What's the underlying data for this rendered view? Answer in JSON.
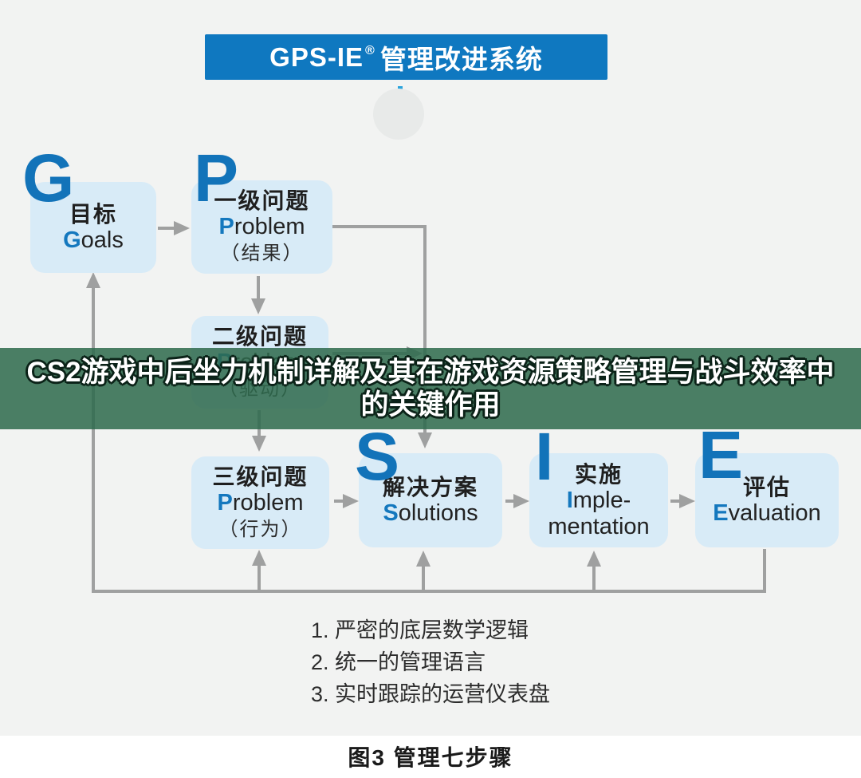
{
  "header": {
    "brand": "GPS-IE",
    "reg": "®",
    "title": "管理改进系统"
  },
  "down_arrow": {
    "name": "blue-down-arrow"
  },
  "letters": {
    "g": "G",
    "p": "P",
    "s": "S",
    "i": "I",
    "e": "E"
  },
  "boxes": {
    "goals": {
      "zh": "目标",
      "en_first": "G",
      "en_rest": "oals"
    },
    "p1": {
      "zh": "一级问题",
      "en_first": "P",
      "en_rest": "roblem",
      "sub": "（结果）"
    },
    "p2": {
      "zh": "二级问题",
      "en_first": "P",
      "en_rest": "roblem",
      "sub": "（驱动）"
    },
    "p3": {
      "zh": "三级问题",
      "en_first": "P",
      "en_rest": "roblem",
      "sub": "（行为）"
    },
    "solutions": {
      "zh": "解决方案",
      "en_first": "S",
      "en_rest": "olutions"
    },
    "implementation": {
      "zh": "实施",
      "en_first": "I",
      "en_rest": "mple-",
      "en_line2": "mentation"
    },
    "evaluation": {
      "zh": "评估",
      "en_first": "E",
      "en_rest": "valuation"
    }
  },
  "overlay": {
    "line1": "CS2游戏中后坐力机制详解及其在游戏资源策略管理与战斗效率中",
    "line2": "的关键作用"
  },
  "notes": [
    "1. 严密的底层数学逻辑",
    "2. 统一的管理语言",
    "3. 实时跟踪的运营仪表盘"
  ],
  "caption": "图3 管理七步骤",
  "colors": {
    "banner_blue": "#0f78c0",
    "letter_blue": "#1273b9",
    "box_blue": "#d8ebf7",
    "arrow_gray": "#9fa0a0",
    "down_arrow_blue": "#2ba3dc",
    "overlay_green": "rgba(47,106,77,0.86)",
    "background_gray": "#f2f3f2"
  }
}
